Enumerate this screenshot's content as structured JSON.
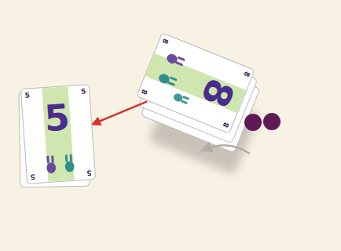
{
  "diagram": {
    "nodes": [
      {
        "text": [
          "5",
          "5",
          "5",
          "5",
          "5"
        ]
      },
      {
        "text": [
          "8",
          "8",
          "8",
          "8",
          "8"
        ]
      }
    ],
    "edges": [
      {
        "from": 1,
        "to": 0,
        "arrow": "to"
      }
    ]
  }
}
